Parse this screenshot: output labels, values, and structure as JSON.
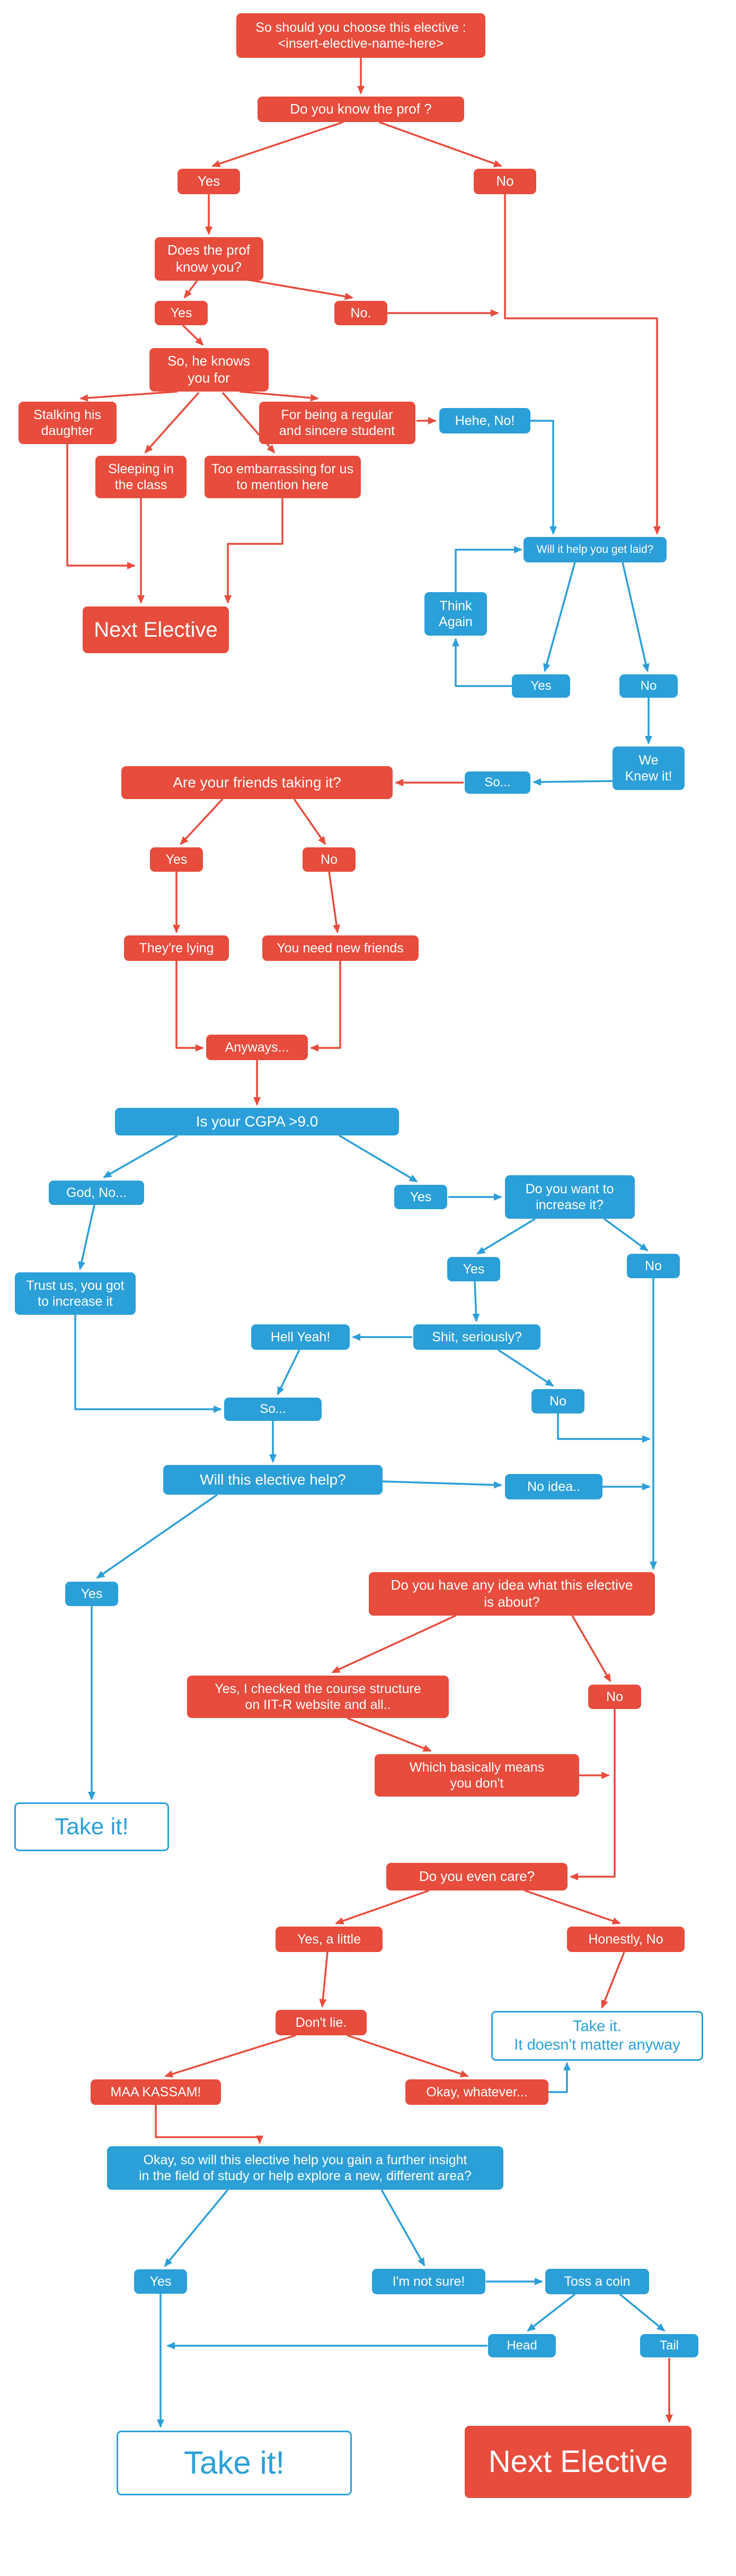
{
  "colors": {
    "red": "#e74c3c",
    "blue": "#2b9fd8"
  },
  "flowchart": {
    "nodes": [
      {
        "id": "start",
        "style": "red",
        "label": "So should you choose this elective :\n<insert-elective-name-here>"
      },
      {
        "id": "know-prof",
        "style": "red",
        "label": "Do you know the prof ?"
      },
      {
        "id": "yes1",
        "style": "red",
        "label": "Yes"
      },
      {
        "id": "no1",
        "style": "red",
        "label": "No"
      },
      {
        "id": "prof-know-you",
        "style": "red",
        "label": "Does the prof\nknow you?"
      },
      {
        "id": "yes2",
        "style": "red",
        "label": "Yes"
      },
      {
        "id": "no2",
        "style": "red",
        "label": "No."
      },
      {
        "id": "knows-you-for",
        "style": "red",
        "label": "So, he knows\nyou for"
      },
      {
        "id": "stalking",
        "style": "red",
        "label": "Stalking his\ndaughter"
      },
      {
        "id": "regular",
        "style": "red",
        "label": "For being a regular\nand sincere student"
      },
      {
        "id": "sleeping",
        "style": "red",
        "label": "Sleeping in\nthe class"
      },
      {
        "id": "embarrassing",
        "style": "red",
        "label": "Too embarrassing for us\nto mention here"
      },
      {
        "id": "hehe-no",
        "style": "blue",
        "label": "Hehe, No!"
      },
      {
        "id": "next1",
        "style": "red",
        "label": "Next Elective"
      },
      {
        "id": "get-laid",
        "style": "blue",
        "label": "Will it help you get laid?"
      },
      {
        "id": "think-again",
        "style": "blue",
        "label": "Think\nAgain"
      },
      {
        "id": "yes3",
        "style": "blue",
        "label": "Yes"
      },
      {
        "id": "no3",
        "style": "blue",
        "label": "No"
      },
      {
        "id": "we-knew-it",
        "style": "blue",
        "label": "We\nKnew it!"
      },
      {
        "id": "so1",
        "style": "blue",
        "label": "So..."
      },
      {
        "id": "friends",
        "style": "red",
        "label": "Are your friends taking it?"
      },
      {
        "id": "yes4",
        "style": "red",
        "label": "Yes"
      },
      {
        "id": "no4",
        "style": "red",
        "label": "No"
      },
      {
        "id": "lying",
        "style": "red",
        "label": "They're lying"
      },
      {
        "id": "new-friends",
        "style": "red",
        "label": "You need new friends"
      },
      {
        "id": "anyways",
        "style": "red",
        "label": "Anyways..."
      },
      {
        "id": "cgpa",
        "style": "blue",
        "label": "Is your CGPA >9.0"
      },
      {
        "id": "god-no",
        "style": "blue",
        "label": "God, No..."
      },
      {
        "id": "yes5",
        "style": "blue",
        "label": "Yes"
      },
      {
        "id": "increase",
        "style": "blue",
        "label": "Do you want to\nincrease it?"
      },
      {
        "id": "trust-us",
        "style": "blue",
        "label": "Trust us, you got\nto increase it"
      },
      {
        "id": "yes6",
        "style": "blue",
        "label": "Yes"
      },
      {
        "id": "no5",
        "style": "blue",
        "label": "No"
      },
      {
        "id": "hell-yeah",
        "style": "blue",
        "label": "Hell Yeah!"
      },
      {
        "id": "shit",
        "style": "blue",
        "label": "Shit, seriously?"
      },
      {
        "id": "no6",
        "style": "blue",
        "label": "No"
      },
      {
        "id": "so2",
        "style": "blue",
        "label": "So..."
      },
      {
        "id": "elective-help",
        "style": "blue",
        "label": "Will this elective help?"
      },
      {
        "id": "no-idea",
        "style": "blue",
        "label": "No idea.."
      },
      {
        "id": "yes7",
        "style": "blue",
        "label": "Yes"
      },
      {
        "id": "any-idea",
        "style": "red",
        "label": "Do you have any idea what this elective\nis about?"
      },
      {
        "id": "checked",
        "style": "red",
        "label": "Yes, I checked the course structure\non IIT-R website and all.."
      },
      {
        "id": "no7",
        "style": "red",
        "label": "No"
      },
      {
        "id": "basically",
        "style": "red",
        "label": "Which basically means\nyou don't"
      },
      {
        "id": "take1",
        "style": "outline",
        "label": "Take it!"
      },
      {
        "id": "even-care",
        "style": "red",
        "label": "Do you even care?"
      },
      {
        "id": "yes-little",
        "style": "red",
        "label": "Yes, a little"
      },
      {
        "id": "honestly-no",
        "style": "red",
        "label": "Honestly, No"
      },
      {
        "id": "dont-lie",
        "style": "red",
        "label": "Don't lie."
      },
      {
        "id": "take-matter",
        "style": "outline",
        "label": "Take it.\nIt doesn't matter anyway"
      },
      {
        "id": "maa",
        "style": "red",
        "label": "MAA KASSAM!"
      },
      {
        "id": "okay-whatever",
        "style": "red",
        "label": "Okay, whatever..."
      },
      {
        "id": "insight",
        "style": "blue",
        "label": "Okay, so will this elective help you gain a further insight\nin the field of study or help explore a new,  different area?"
      },
      {
        "id": "yes8",
        "style": "blue",
        "label": "Yes"
      },
      {
        "id": "not-sure",
        "style": "blue",
        "label": "I'm not sure!"
      },
      {
        "id": "toss",
        "style": "blue",
        "label": "Toss a coin"
      },
      {
        "id": "head",
        "style": "blue",
        "label": "Head"
      },
      {
        "id": "tail",
        "style": "blue",
        "label": "Tail"
      },
      {
        "id": "take-final",
        "style": "outline",
        "label": "Take it!"
      },
      {
        "id": "next-final",
        "style": "red",
        "label": "Next Elective"
      }
    ],
    "edges": [
      {
        "from": "start",
        "to": "know-prof",
        "color": "red"
      },
      {
        "from": "know-prof",
        "to": "yes1",
        "color": "red"
      },
      {
        "from": "know-prof",
        "to": "no1",
        "color": "red"
      },
      {
        "from": "yes1",
        "to": "prof-know-you",
        "color": "red"
      },
      {
        "from": "prof-know-you",
        "to": "yes2",
        "color": "red"
      },
      {
        "from": "prof-know-you",
        "to": "no2",
        "color": "red"
      },
      {
        "from": "yes2",
        "to": "knows-you-for",
        "color": "red"
      },
      {
        "from": "no1",
        "to": "get-laid",
        "color": "red"
      },
      {
        "from": "no2",
        "to": "no1",
        "color": "red"
      },
      {
        "from": "knows-you-for",
        "to": "stalking",
        "color": "red"
      },
      {
        "from": "knows-you-for",
        "to": "regular",
        "color": "red"
      },
      {
        "from": "knows-you-for",
        "to": "sleeping",
        "color": "red"
      },
      {
        "from": "knows-you-for",
        "to": "embarrassing",
        "color": "red"
      },
      {
        "from": "regular",
        "to": "hehe-no",
        "color": "red"
      },
      {
        "from": "hehe-no",
        "to": "get-laid",
        "color": "blue"
      },
      {
        "from": "stalking",
        "to": "next1",
        "color": "red"
      },
      {
        "from": "sleeping",
        "to": "next1",
        "color": "red"
      },
      {
        "from": "embarrassing",
        "to": "next1",
        "color": "red"
      },
      {
        "from": "get-laid",
        "to": "yes3",
        "color": "blue"
      },
      {
        "from": "get-laid",
        "to": "no3",
        "color": "blue"
      },
      {
        "from": "yes3",
        "to": "think-again",
        "color": "blue"
      },
      {
        "from": "think-again",
        "to": "get-laid",
        "color": "blue"
      },
      {
        "from": "no3",
        "to": "we-knew-it",
        "color": "blue"
      },
      {
        "from": "we-knew-it",
        "to": "so1",
        "color": "blue"
      },
      {
        "from": "so1",
        "to": "friends",
        "color": "red"
      },
      {
        "from": "friends",
        "to": "yes4",
        "color": "red"
      },
      {
        "from": "friends",
        "to": "no4",
        "color": "red"
      },
      {
        "from": "yes4",
        "to": "lying",
        "color": "red"
      },
      {
        "from": "no4",
        "to": "new-friends",
        "color": "red"
      },
      {
        "from": "lying",
        "to": "anyways",
        "color": "red"
      },
      {
        "from": "new-friends",
        "to": "anyways",
        "color": "red"
      },
      {
        "from": "anyways",
        "to": "cgpa",
        "color": "red"
      },
      {
        "from": "cgpa",
        "to": "god-no",
        "color": "blue"
      },
      {
        "from": "cgpa",
        "to": "yes5",
        "color": "blue"
      },
      {
        "from": "yes5",
        "to": "increase",
        "color": "blue"
      },
      {
        "from": "god-no",
        "to": "trust-us",
        "color": "blue"
      },
      {
        "from": "increase",
        "to": "yes6",
        "color": "blue"
      },
      {
        "from": "increase",
        "to": "no5",
        "color": "blue"
      },
      {
        "from": "yes6",
        "to": "shit",
        "color": "blue"
      },
      {
        "from": "shit",
        "to": "hell-yeah",
        "color": "blue"
      },
      {
        "from": "shit",
        "to": "no6",
        "color": "blue"
      },
      {
        "from": "hell-yeah",
        "to": "so2",
        "color": "blue"
      },
      {
        "from": "trust-us",
        "to": "so2",
        "color": "blue"
      },
      {
        "from": "so2",
        "to": "elective-help",
        "color": "blue"
      },
      {
        "from": "no5",
        "to": "any-idea",
        "color": "blue"
      },
      {
        "from": "no6",
        "to": "no5",
        "color": "blue"
      },
      {
        "from": "elective-help",
        "to": "no-idea",
        "color": "blue"
      },
      {
        "from": "no-idea",
        "to": "no5",
        "color": "blue"
      },
      {
        "from": "elective-help",
        "to": "yes7",
        "color": "blue"
      },
      {
        "from": "yes7",
        "to": "take1",
        "color": "blue"
      },
      {
        "from": "any-idea",
        "to": "checked",
        "color": "red"
      },
      {
        "from": "any-idea",
        "to": "no7",
        "color": "red"
      },
      {
        "from": "checked",
        "to": "basically",
        "color": "red"
      },
      {
        "from": "basically",
        "to": "no7",
        "color": "red"
      },
      {
        "from": "no7",
        "to": "even-care",
        "color": "red"
      },
      {
        "from": "even-care",
        "to": "yes-little",
        "color": "red"
      },
      {
        "from": "even-care",
        "to": "honestly-no",
        "color": "red"
      },
      {
        "from": "yes-little",
        "to": "dont-lie",
        "color": "red"
      },
      {
        "from": "honestly-no",
        "to": "take-matter",
        "color": "red"
      },
      {
        "from": "dont-lie",
        "to": "maa",
        "color": "red"
      },
      {
        "from": "dont-lie",
        "to": "okay-whatever",
        "color": "red"
      },
      {
        "from": "okay-whatever",
        "to": "take-matter",
        "color": "blue"
      },
      {
        "from": "maa",
        "to": "insight",
        "color": "red"
      },
      {
        "from": "insight",
        "to": "yes8",
        "color": "blue"
      },
      {
        "from": "insight",
        "to": "not-sure",
        "color": "blue"
      },
      {
        "from": "not-sure",
        "to": "toss",
        "color": "blue"
      },
      {
        "from": "toss",
        "to": "head",
        "color": "blue"
      },
      {
        "from": "toss",
        "to": "tail",
        "color": "blue"
      },
      {
        "from": "yes8",
        "to": "take-final",
        "color": "blue"
      },
      {
        "from": "head",
        "to": "take-final",
        "color": "blue"
      },
      {
        "from": "tail",
        "to": "next-final",
        "color": "red"
      }
    ]
  }
}
